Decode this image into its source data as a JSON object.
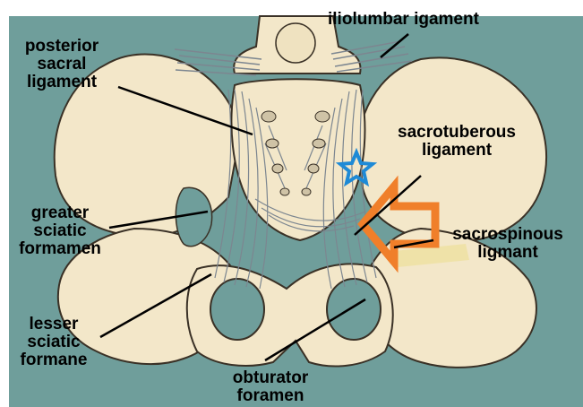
{
  "colors": {
    "background": "#6f9e9b",
    "bone": "#f3e7c9",
    "bone_outline": "#3a3126",
    "ligament": "#7c8690",
    "arrow": "#f07f2a",
    "star": "#1e8ad6",
    "sacrospinous_band": "#efe2a8",
    "leader": "#000000"
  },
  "labels": {
    "iliolumbar": "iliolumbar igament",
    "posterior_sacral": [
      "posterior",
      "sacral",
      "ligament"
    ],
    "sacrotuberous": [
      "sacrotuberous",
      "ligament"
    ],
    "greater_sciatic": [
      "greater",
      "sciatic",
      "formamen"
    ],
    "sacrospinous": [
      "sacrospinous",
      "ligmant"
    ],
    "lesser_sciatic": [
      "lesser",
      "sciatic",
      "formane"
    ],
    "obturator": [
      "obturator",
      "foramen"
    ]
  },
  "icons": [
    "star-marker-icon",
    "arrow-marker-icon"
  ]
}
